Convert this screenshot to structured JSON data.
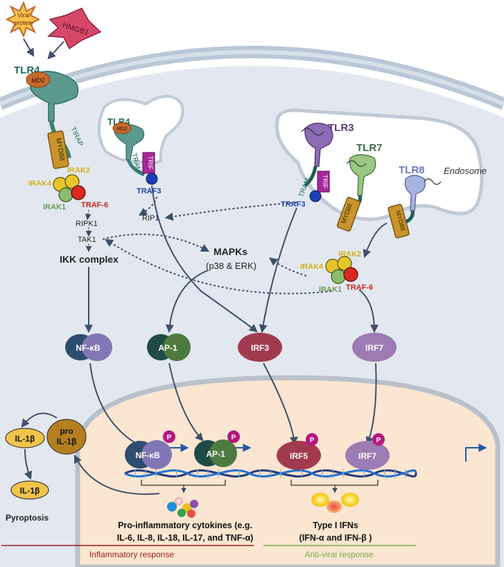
{
  "extracellular": {
    "viral_protein_line1": "Viral",
    "viral_protein_line2": "protein",
    "hmgb1": "HMGB1"
  },
  "membrane_tlr4": {
    "tlr4": "TLR4",
    "md2": "MD2",
    "tirap": "TIRAP",
    "myd88": "MYD88"
  },
  "myd88_complex": {
    "irak4": "IRAK4",
    "irak2": "IRAK2",
    "irak1": "IRAK1",
    "traf6": "TRAF-6",
    "ripk1": "RIPK1",
    "tak1": "TAK1",
    "ikk": "IKK complex"
  },
  "endosome_tlr4": {
    "tlr4": "TLR4",
    "md2": "MD2",
    "tram": "TRAM",
    "trif": "TRIF",
    "traf3": "TRAF3"
  },
  "endosome_right": {
    "label": "Endosome",
    "tlr3": "TLR3",
    "tlr7": "TLR7",
    "tlr8": "TLR8",
    "tram": "TRAM",
    "trif": "TRIF",
    "traf3": "TRAF3",
    "myd88_a": "MYD88",
    "myd88_b": "MYD88"
  },
  "right_complex": {
    "irak4": "IRAK4",
    "irak2": "IRAK2",
    "irak1": "IRAK1",
    "traf6": "TRAF-6"
  },
  "mid": {
    "rip1": "RIP1",
    "mapks": "MAPKs",
    "mapks_sub": "(p38 & ERK)"
  },
  "tfs": {
    "nfkb": "NF-κB",
    "ap1": "AP-1",
    "irf3": "IRF3",
    "irf7": "IRF7"
  },
  "nucleus": {
    "nfkb": "NF-κB",
    "ap1": "AP-1",
    "irf5": "IRF5",
    "irf7": "IRF7",
    "p": "P"
  },
  "il1b": {
    "mature": "IL-1β",
    "pro_line1": "pro",
    "pro_line2": "IL-1β",
    "mature2": "IL-1β",
    "pyroptosis": "Pyroptosis"
  },
  "outputs": {
    "cytokines_line1": "Pro-inflammatory cytokines (e.g.",
    "cytokines_line2": "IL-6, IL-8, IL-18, IL-17, and TNF-α)",
    "ifn_line1": "Type I IFNs",
    "ifn_line2": "(IFN-α and IFN-β )",
    "inflammatory": "Inflammatory response",
    "antiviral": "Anti-viral response"
  },
  "colors": {
    "cell": "#e4e8f0",
    "membrane": "#b9c7d8",
    "nucleus": "#fbe6d1",
    "receptor_teal": "#5b9a8f",
    "myd88": "#c9942c",
    "traf3": "#1c3fb5",
    "trif": "#a7279a",
    "irak_yellow": "#e5c62a",
    "irak_green": "#8cbd6f",
    "traf6_red": "#d7291f",
    "nfkb": "#4c5d8c",
    "ap1": "#3f6b45",
    "irf3": "#a23a4f",
    "irf7": "#9d7bb3",
    "arrow": "#3e4f6a",
    "inflammatory": "#9b1b1b",
    "antiviral": "#7aa84c"
  }
}
